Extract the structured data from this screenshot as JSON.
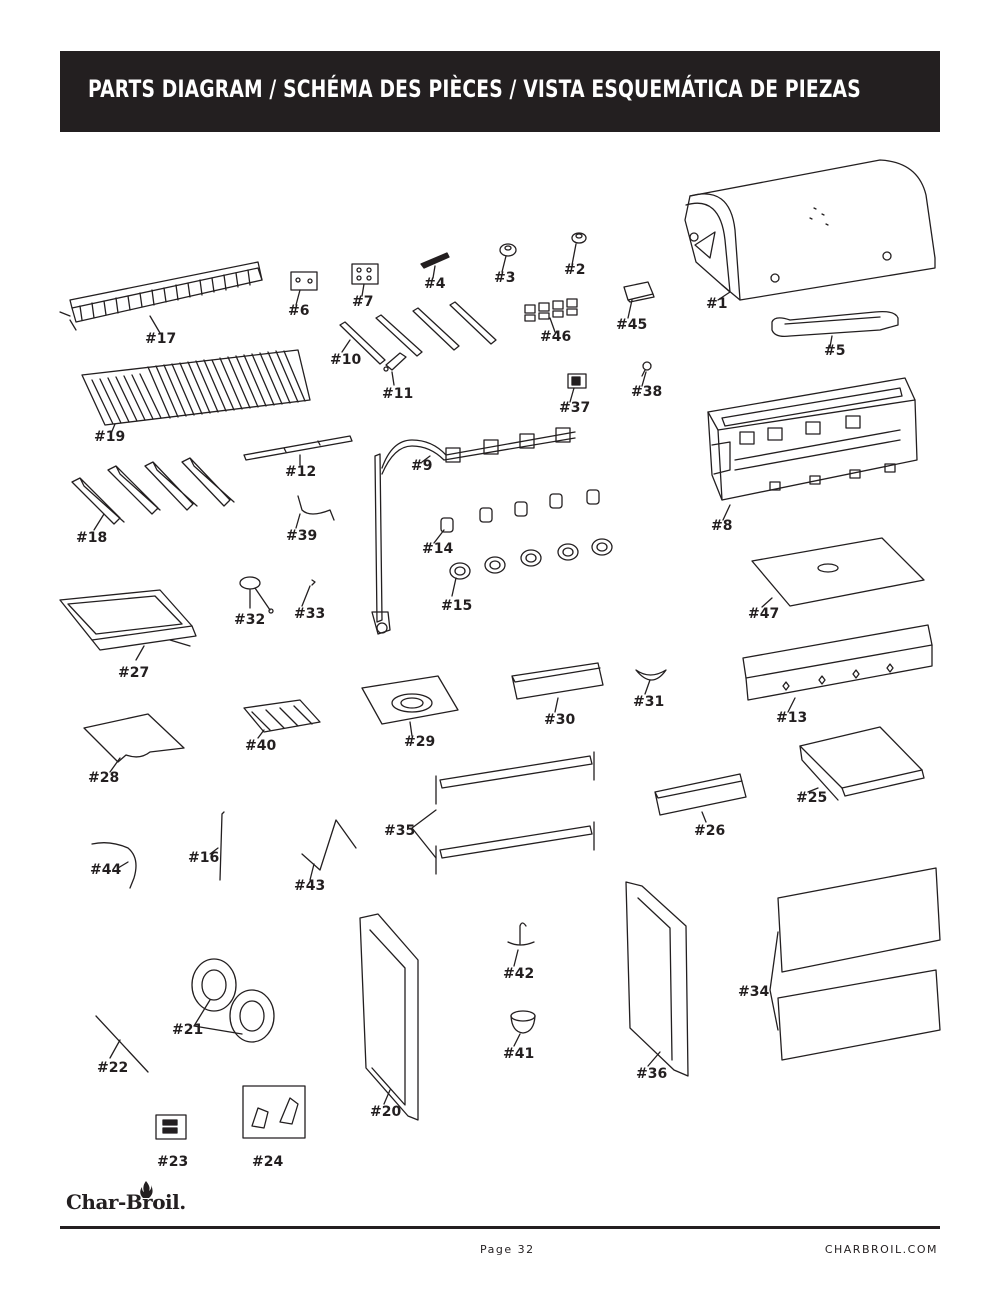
{
  "header": {
    "title": "PARTS DIAGRAM / SCHÉMA DES PIÈCES / VISTA ESQUEMÁTICA DE PIEZAS"
  },
  "parts": [
    {
      "id": "p1",
      "label": "#1"
    },
    {
      "id": "p2",
      "label": "#2"
    },
    {
      "id": "p3",
      "label": "#3"
    },
    {
      "id": "p4",
      "label": "#4"
    },
    {
      "id": "p5",
      "label": "#5"
    },
    {
      "id": "p6",
      "label": "#6"
    },
    {
      "id": "p7",
      "label": "#7"
    },
    {
      "id": "p8",
      "label": "#8"
    },
    {
      "id": "p9",
      "label": "#9"
    },
    {
      "id": "p10",
      "label": "#10"
    },
    {
      "id": "p11",
      "label": "#11"
    },
    {
      "id": "p12",
      "label": "#12"
    },
    {
      "id": "p13",
      "label": "#13"
    },
    {
      "id": "p14",
      "label": "#14"
    },
    {
      "id": "p15",
      "label": "#15"
    },
    {
      "id": "p16",
      "label": "#16"
    },
    {
      "id": "p17",
      "label": "#17"
    },
    {
      "id": "p18",
      "label": "#18"
    },
    {
      "id": "p19",
      "label": "#19"
    },
    {
      "id": "p20",
      "label": "#20"
    },
    {
      "id": "p21",
      "label": "#21"
    },
    {
      "id": "p22",
      "label": "#22"
    },
    {
      "id": "p23",
      "label": "#23"
    },
    {
      "id": "p24",
      "label": "#24"
    },
    {
      "id": "p25",
      "label": "#25"
    },
    {
      "id": "p26",
      "label": "#26"
    },
    {
      "id": "p27",
      "label": "#27"
    },
    {
      "id": "p28",
      "label": "#28"
    },
    {
      "id": "p29",
      "label": "#29"
    },
    {
      "id": "p30",
      "label": "#30"
    },
    {
      "id": "p31",
      "label": "#31"
    },
    {
      "id": "p32",
      "label": "#32"
    },
    {
      "id": "p33",
      "label": "#33"
    },
    {
      "id": "p34",
      "label": "#34"
    },
    {
      "id": "p35",
      "label": "#35"
    },
    {
      "id": "p36",
      "label": "#36"
    },
    {
      "id": "p37",
      "label": "#37"
    },
    {
      "id": "p38",
      "label": "#38"
    },
    {
      "id": "p39",
      "label": "#39"
    },
    {
      "id": "p40",
      "label": "#40"
    },
    {
      "id": "p41",
      "label": "#41"
    },
    {
      "id": "p42",
      "label": "#42"
    },
    {
      "id": "p43",
      "label": "#43"
    },
    {
      "id": "p44",
      "label": "#44"
    },
    {
      "id": "p45",
      "label": "#45"
    },
    {
      "id": "p46",
      "label": "#46"
    },
    {
      "id": "p47",
      "label": "#47"
    }
  ],
  "footer": {
    "logo": "Char-Broil.",
    "page": "Page 32",
    "website": "CHARBROIL.COM"
  }
}
